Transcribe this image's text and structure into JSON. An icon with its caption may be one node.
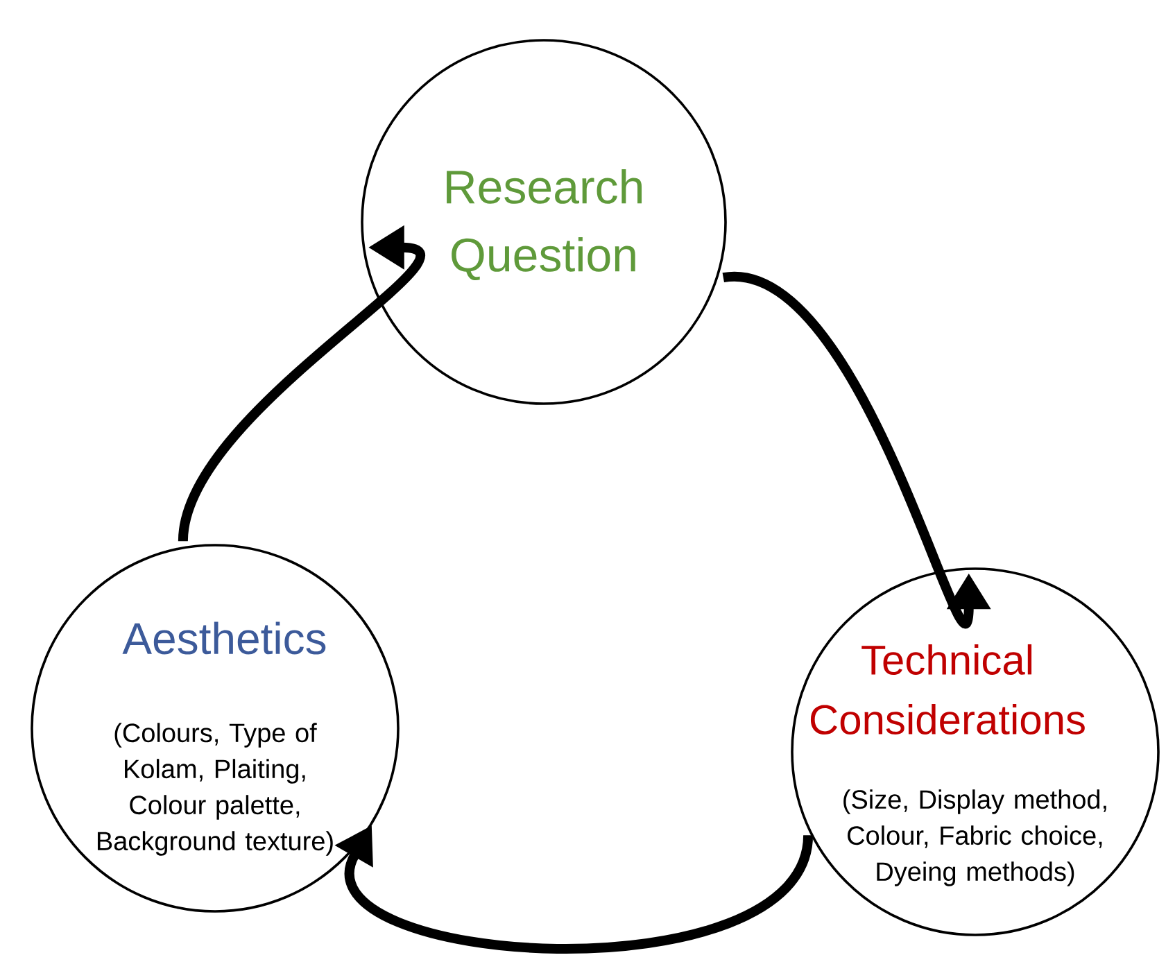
{
  "diagram": {
    "nodes": [
      {
        "text": [
          "Research Question"
        ]
      },
      {
        "text": [
          "Technical Considerations",
          "(Size, Display method, Colour, Fabric choice, Dyeing methods)"
        ]
      },
      {
        "text": [
          "Aesthetics",
          "(Colours, Type of Kolam, Plaiting, Colour palette, Background texture)"
        ]
      }
    ],
    "edges": [
      {
        "from": 0,
        "to": 1,
        "arrow": "to"
      },
      {
        "from": 1,
        "to": 2,
        "arrow": "to"
      },
      {
        "from": 2,
        "to": 0,
        "arrow": "to"
      }
    ]
  }
}
